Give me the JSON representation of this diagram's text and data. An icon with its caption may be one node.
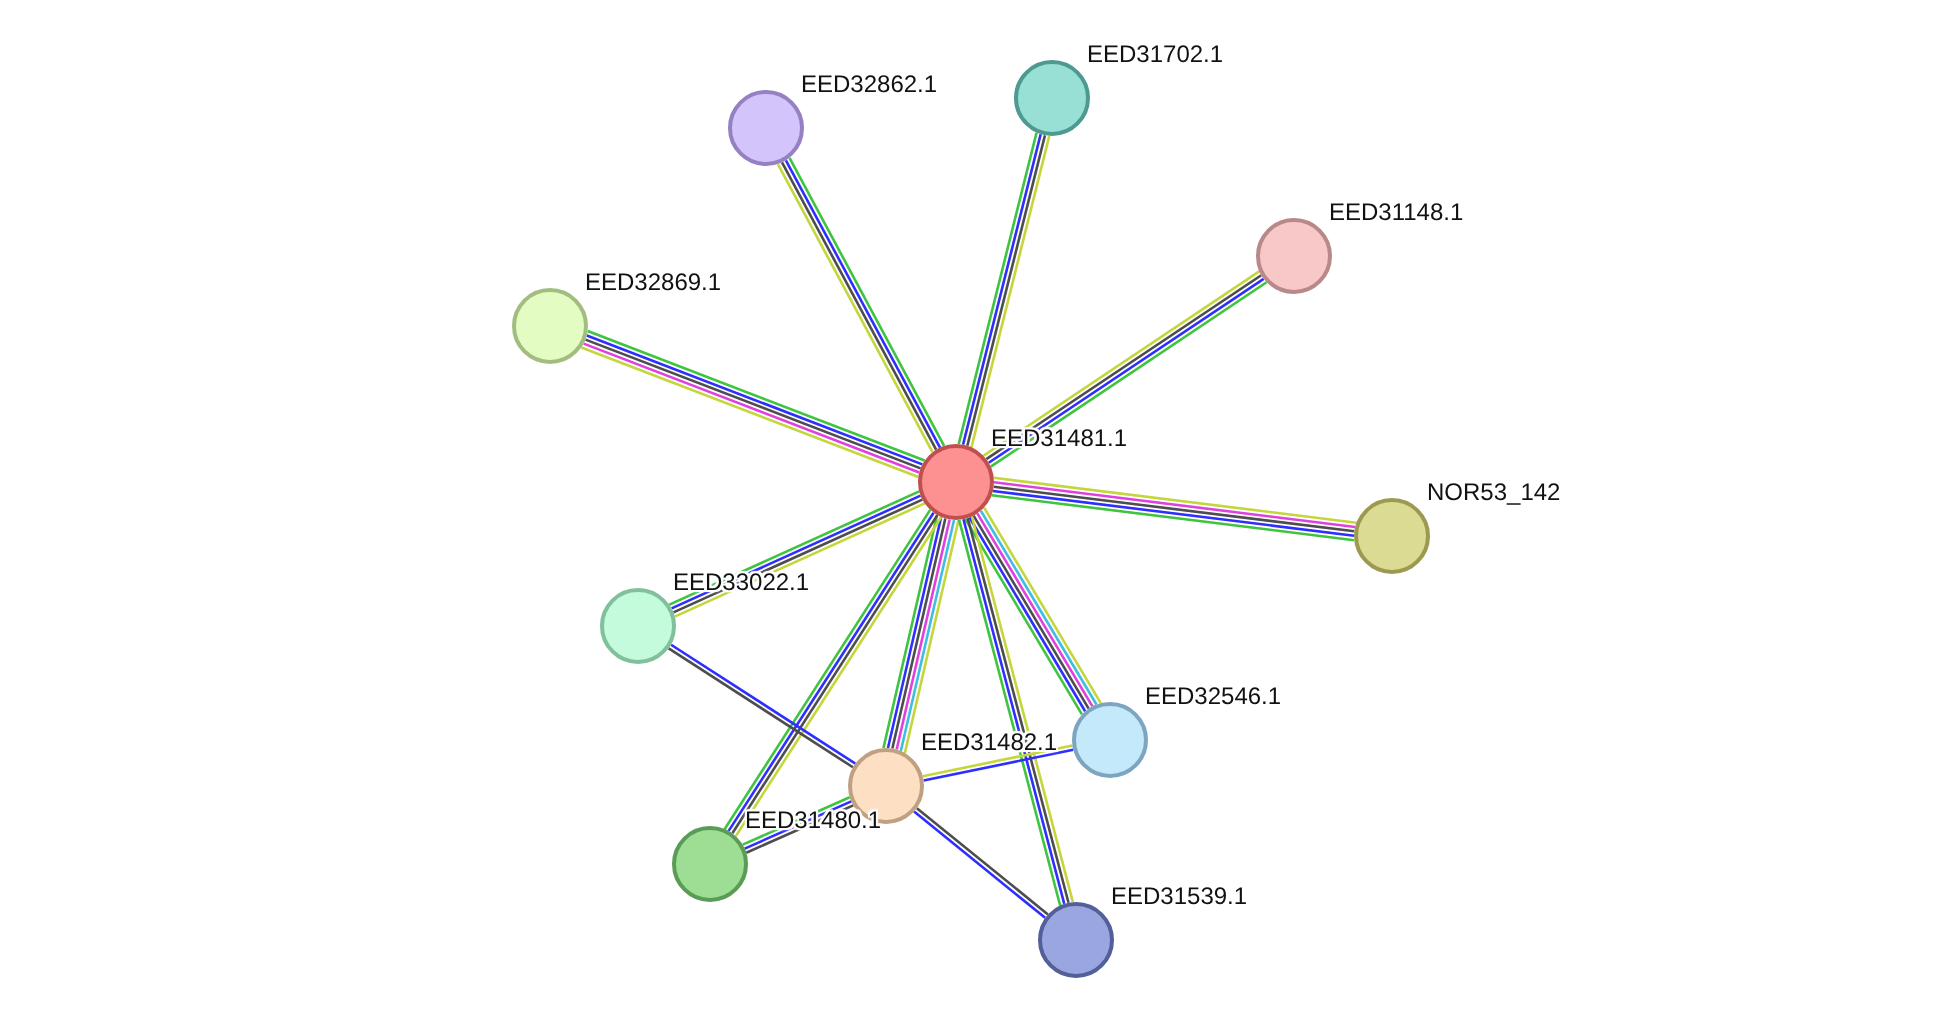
{
  "diagram": {
    "nodes": [
      {
        "text": [
          "EED31702.1"
        ]
      },
      {
        "text": [
          "EED32862.1"
        ]
      },
      {
        "text": [
          "EED31148.1"
        ]
      },
      {
        "text": [
          "EED32869.1"
        ]
      },
      {
        "text": [
          "EED31481.1"
        ]
      },
      {
        "text": [
          "NOR53_142"
        ]
      },
      {
        "text": [
          "EED33022.1"
        ]
      },
      {
        "text": [
          "EED32546.1"
        ]
      },
      {
        "text": [
          "EED31482.1"
        ]
      },
      {
        "text": [
          "EED31480.1"
        ]
      },
      {
        "text": [
          "EED31539.1"
        ]
      }
    ],
    "edges": [
      {
        "from": 0,
        "to": 4,
        "arrow": "none",
        "color": "#3ec43e"
      },
      {
        "from": 0,
        "to": 4,
        "arrow": "none",
        "color": "#2e2eff"
      },
      {
        "from": 0,
        "to": 4,
        "arrow": "none",
        "color": "#4d4d4d"
      },
      {
        "from": 0,
        "to": 4,
        "arrow": "none",
        "color": "#c4d63c"
      },
      {
        "from": 4,
        "to": 1,
        "arrow": "none",
        "color": "#3ec43e"
      },
      {
        "from": 4,
        "to": 1,
        "arrow": "none",
        "color": "#2e2eff"
      },
      {
        "from": 4,
        "to": 1,
        "arrow": "none",
        "color": "#4d4d4d"
      },
      {
        "from": 4,
        "to": 1,
        "arrow": "none",
        "color": "#c4d63c"
      },
      {
        "from": 4,
        "to": 2,
        "arrow": "none",
        "color": "#3ec43e"
      },
      {
        "from": 4,
        "to": 2,
        "arrow": "none",
        "color": "#2e2eff"
      },
      {
        "from": 4,
        "to": 2,
        "arrow": "none",
        "color": "#4d4d4d"
      },
      {
        "from": 4,
        "to": 2,
        "arrow": "none",
        "color": "#c4d63c"
      },
      {
        "from": 4,
        "to": 3,
        "arrow": "none",
        "color": "#3ec43e"
      },
      {
        "from": 4,
        "to": 3,
        "arrow": "none",
        "color": "#2e2eff"
      },
      {
        "from": 4,
        "to": 3,
        "arrow": "none",
        "color": "#4d4d4d"
      },
      {
        "from": 4,
        "to": 3,
        "arrow": "none",
        "color": "#e040e0"
      },
      {
        "from": 4,
        "to": 3,
        "arrow": "none",
        "color": "#c4d63c"
      },
      {
        "from": 4,
        "to": 5,
        "arrow": "none",
        "color": "#3ec43e"
      },
      {
        "from": 4,
        "to": 5,
        "arrow": "none",
        "color": "#2e2eff"
      },
      {
        "from": 4,
        "to": 5,
        "arrow": "none",
        "color": "#4d4d4d"
      },
      {
        "from": 4,
        "to": 5,
        "arrow": "none",
        "color": "#e040e0"
      },
      {
        "from": 4,
        "to": 5,
        "arrow": "none",
        "color": "#c4d63c"
      },
      {
        "from": 4,
        "to": 6,
        "arrow": "none",
        "color": "#3ec43e"
      },
      {
        "from": 4,
        "to": 6,
        "arrow": "none",
        "color": "#2e2eff"
      },
      {
        "from": 4,
        "to": 6,
        "arrow": "none",
        "color": "#4d4d4d"
      },
      {
        "from": 4,
        "to": 6,
        "arrow": "none",
        "color": "#c4d63c"
      },
      {
        "from": 4,
        "to": 7,
        "arrow": "none",
        "color": "#3ec43e"
      },
      {
        "from": 4,
        "to": 7,
        "arrow": "none",
        "color": "#2e2eff"
      },
      {
        "from": 4,
        "to": 7,
        "arrow": "none",
        "color": "#4d4d4d"
      },
      {
        "from": 4,
        "to": 7,
        "arrow": "none",
        "color": "#e040e0"
      },
      {
        "from": 4,
        "to": 7,
        "arrow": "none",
        "color": "#40bde0"
      },
      {
        "from": 4,
        "to": 7,
        "arrow": "none",
        "color": "#c4d63c"
      },
      {
        "from": 4,
        "to": 8,
        "arrow": "none",
        "color": "#3ec43e"
      },
      {
        "from": 4,
        "to": 8,
        "arrow": "none",
        "color": "#2e2eff"
      },
      {
        "from": 4,
        "to": 8,
        "arrow": "none",
        "color": "#4d4d4d"
      },
      {
        "from": 4,
        "to": 8,
        "arrow": "none",
        "color": "#e040e0"
      },
      {
        "from": 4,
        "to": 8,
        "arrow": "none",
        "color": "#40bde0"
      },
      {
        "from": 4,
        "to": 8,
        "arrow": "none",
        "color": "#c4d63c"
      },
      {
        "from": 4,
        "to": 9,
        "arrow": "none",
        "color": "#3ec43e"
      },
      {
        "from": 4,
        "to": 9,
        "arrow": "none",
        "color": "#2e2eff"
      },
      {
        "from": 4,
        "to": 9,
        "arrow": "none",
        "color": "#4d4d4d"
      },
      {
        "from": 4,
        "to": 9,
        "arrow": "none",
        "color": "#c4d63c"
      },
      {
        "from": 4,
        "to": 10,
        "arrow": "none",
        "color": "#3ec43e"
      },
      {
        "from": 4,
        "to": 10,
        "arrow": "none",
        "color": "#2e2eff"
      },
      {
        "from": 4,
        "to": 10,
        "arrow": "none",
        "color": "#4d4d4d"
      },
      {
        "from": 4,
        "to": 10,
        "arrow": "none",
        "color": "#c4d63c"
      },
      {
        "from": 8,
        "to": 6,
        "arrow": "none",
        "color": "#2e2eff"
      },
      {
        "from": 8,
        "to": 6,
        "arrow": "none",
        "color": "#4d4d4d"
      },
      {
        "from": 8,
        "to": 9,
        "arrow": "none",
        "color": "#3ec43e"
      },
      {
        "from": 8,
        "to": 9,
        "arrow": "none",
        "color": "#2e2eff"
      },
      {
        "from": 8,
        "to": 9,
        "arrow": "none",
        "color": "#4d4d4d"
      },
      {
        "from": 8,
        "to": 7,
        "arrow": "none",
        "color": "#2e2eff"
      },
      {
        "from": 8,
        "to": 7,
        "arrow": "none",
        "color": "#c4d63c"
      },
      {
        "from": 8,
        "to": 10,
        "arrow": "none",
        "color": "#2e2eff"
      },
      {
        "from": 8,
        "to": 10,
        "arrow": "none",
        "color": "#4d4d4d"
      }
    ]
  }
}
